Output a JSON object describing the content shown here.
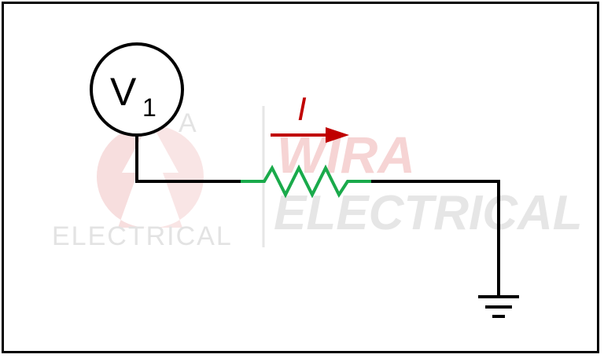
{
  "source": {
    "label": "V",
    "subscript": "1"
  },
  "current": {
    "label": "I"
  },
  "watermark": {
    "left_text": "ELECTRICAL",
    "right_line1": "WIRA",
    "right_line2": "ELECTRICAL",
    "logo_fragment": "A"
  },
  "colors": {
    "wire": "#000000",
    "resistor": "#1aaa4b",
    "current_arrow": "#c00000",
    "watermark_gray": "#e3e3e3",
    "watermark_red": "#f6d4d4"
  }
}
